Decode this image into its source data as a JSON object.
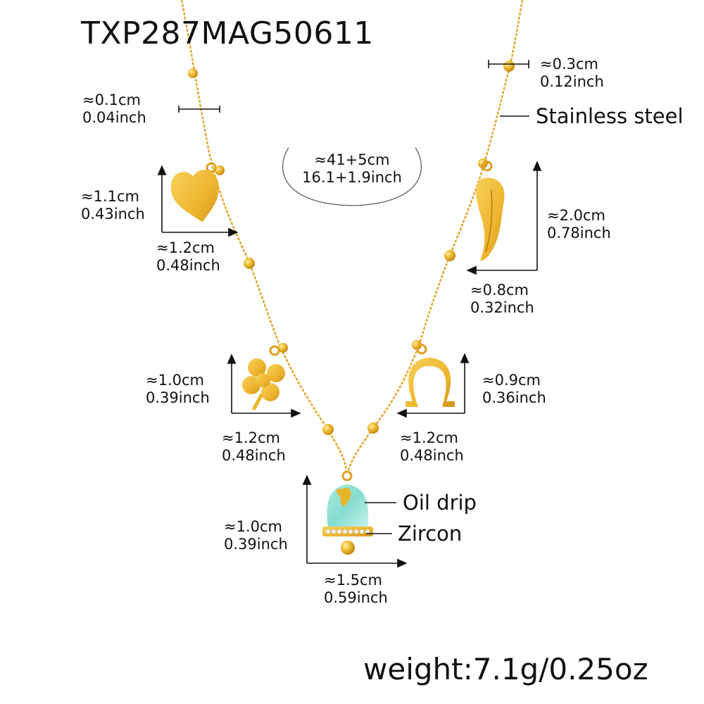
{
  "product": {
    "sku": "TXP287MAG50611",
    "weight": "weight:7.1g/0.25oz",
    "chain_length": {
      "cm": "≈41+5cm",
      "inch": "16.1+1.9inch"
    }
  },
  "callouts": {
    "material": "Stainless steel",
    "enamel": "Oil drip",
    "stone": "Zircon"
  },
  "measurements": {
    "bead": {
      "cm": "≈0.3cm",
      "inch": "0.12inch"
    },
    "chain": {
      "cm": "≈0.1cm",
      "inch": "0.04inch"
    },
    "heart_height": {
      "cm": "≈1.1cm",
      "inch": "0.43inch"
    },
    "heart_width": {
      "cm": "≈1.2cm",
      "inch": "0.48inch"
    },
    "horn_height": {
      "cm": "≈2.0cm",
      "inch": "0.78inch"
    },
    "horn_width": {
      "cm": "≈0.8cm",
      "inch": "0.32inch"
    },
    "clover_height": {
      "cm": "≈1.0cm",
      "inch": "0.39inch"
    },
    "clover_width": {
      "cm": "≈1.2cm",
      "inch": "0.48inch"
    },
    "horseshoe_height": {
      "cm": "≈0.9cm",
      "inch": "0.36inch"
    },
    "horseshoe_width": {
      "cm": "≈1.2cm",
      "inch": "0.48inch"
    },
    "bell_height": {
      "cm": "≈1.0cm",
      "inch": "0.39inch"
    },
    "bell_width": {
      "cm": "≈1.5cm",
      "inch": "0.59inch"
    }
  },
  "colors": {
    "gold": "#e8a820",
    "gold_light": "#f5c842",
    "enamel": "#8fe0d4",
    "ink": "#111111"
  }
}
